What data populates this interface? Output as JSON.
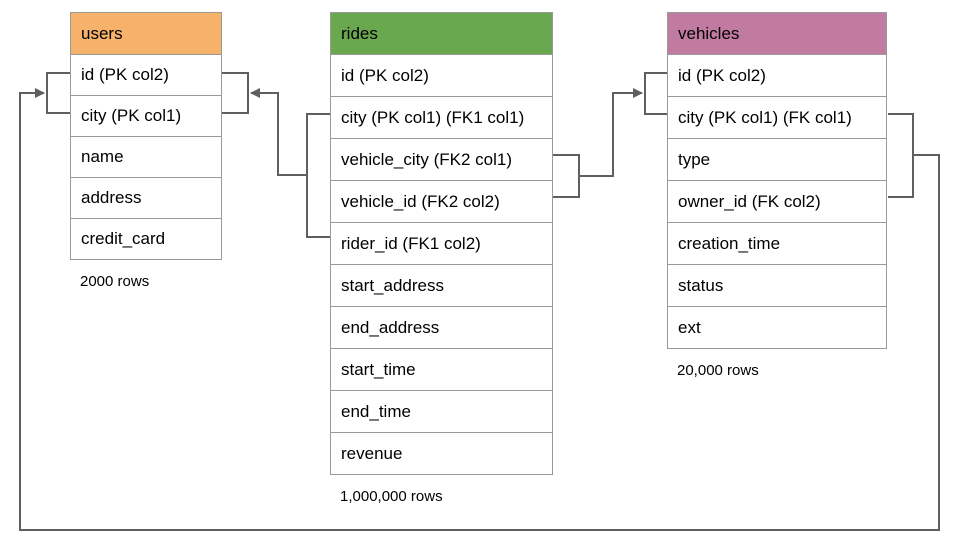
{
  "diagram": {
    "kind": "database-schema",
    "line_color": "#5f5f5f",
    "border_color": "#9a9a9a",
    "tables": [
      {
        "name": "users",
        "header_color": "#f6b26b",
        "columns": [
          "id (PK col2)",
          "city (PK col1)",
          "name",
          "address",
          "credit_card"
        ],
        "row_count": "2000 rows"
      },
      {
        "name": "rides",
        "header_color": "#6aa84f",
        "columns": [
          "id (PK col2)",
          "city (PK col1) (FK1 col1)",
          "vehicle_city (FK2 col1)",
          "vehicle_id (FK2 col2)",
          "rider_id (FK1 col2)",
          "start_address",
          "end_address",
          "start_time",
          "end_time",
          "revenue"
        ],
        "row_count": "1,000,000 rows"
      },
      {
        "name": "vehicles",
        "header_color": "#c27ba0",
        "columns": [
          "id (PK col2)",
          "city (PK col1) (FK col1)",
          "type",
          "owner_id (FK col2)",
          "creation_time",
          "status",
          "ext"
        ],
        "row_count": "20,000 rows"
      }
    ],
    "relationships": [
      {
        "id": "FK1",
        "from_table": "rides",
        "from_columns": [
          "city (PK col1) (FK1 col1)",
          "rider_id (FK1 col2)"
        ],
        "to_table": "users",
        "to_columns": [
          "id (PK col2)",
          "city (PK col1)"
        ],
        "arrow_points_into": "users"
      },
      {
        "id": "FK2",
        "from_table": "rides",
        "from_columns": [
          "vehicle_city (FK2 col1)",
          "vehicle_id (FK2 col2)"
        ],
        "to_table": "vehicles",
        "to_columns": [
          "id (PK col2)",
          "city (PK col1) (FK col1)"
        ],
        "arrow_points_into": "vehicles"
      },
      {
        "id": "FK",
        "from_table": "vehicles",
        "from_columns": [
          "city (PK col1) (FK col1)",
          "owner_id (FK col2)"
        ],
        "to_table": "users",
        "to_columns": [
          "id (PK col2)",
          "city (PK col1)"
        ],
        "arrow_points_into": "users"
      }
    ]
  }
}
